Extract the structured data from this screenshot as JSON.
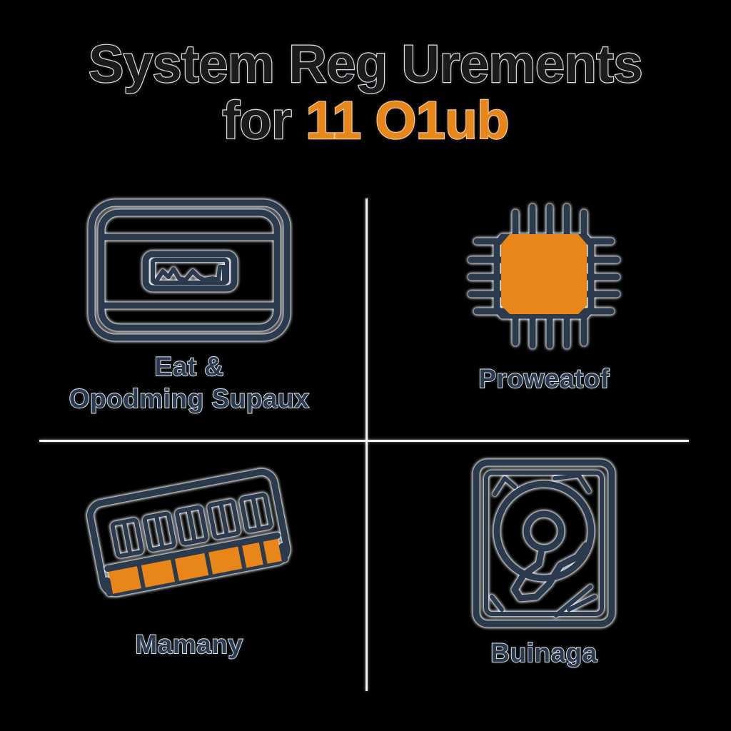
{
  "poster": {
    "background_color": "#000000",
    "accent_color": "#e8861a",
    "line_color": "#2c3a4d",
    "outline_color": "#dfe6ee"
  },
  "title": {
    "line1": "System Reg Urements",
    "line2_prefix": "for ",
    "line2_accent": "11 O1ub"
  },
  "dividers": {
    "horizontal": true,
    "vertical": true
  },
  "quadrants": [
    {
      "id": "top-left",
      "icon": "usb-port-icon",
      "label": "Eat &\nOpodming Supaux"
    },
    {
      "id": "top-right",
      "icon": "cpu-processor-icon",
      "label": "Proweatof"
    },
    {
      "id": "bottom-left",
      "icon": "ram-memory-stick-icon",
      "label": "Mamany"
    },
    {
      "id": "bottom-right",
      "icon": "hard-disk-drive-icon",
      "label": "Buinaga"
    }
  ]
}
